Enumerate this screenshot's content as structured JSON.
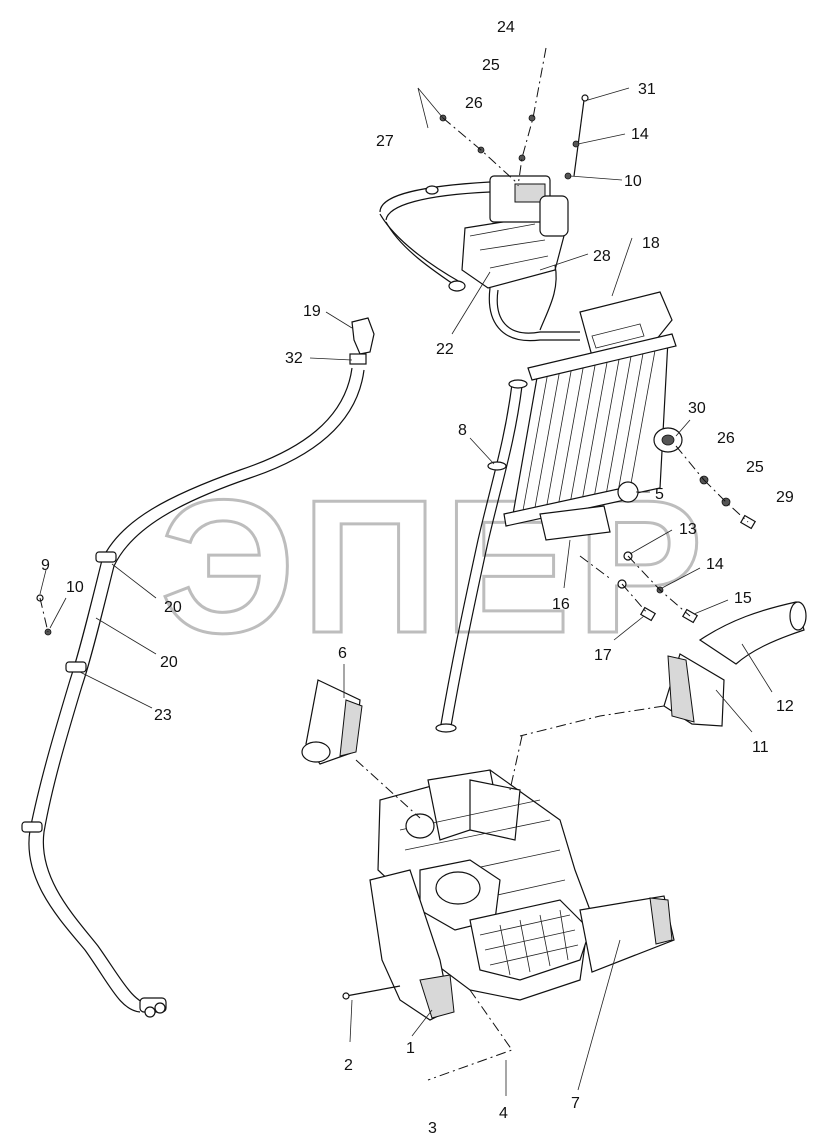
{
  "watermark": {
    "text": "ЭПЕР"
  },
  "callouts": [
    {
      "id": "c24",
      "label": "24"
    },
    {
      "id": "c25a",
      "label": "25"
    },
    {
      "id": "c26a",
      "label": "26"
    },
    {
      "id": "c27",
      "label": "27"
    },
    {
      "id": "c31",
      "label": "31"
    },
    {
      "id": "c14a",
      "label": "14"
    },
    {
      "id": "c10a",
      "label": "10"
    },
    {
      "id": "c18",
      "label": "18"
    },
    {
      "id": "c28",
      "label": "28"
    },
    {
      "id": "c22",
      "label": "22"
    },
    {
      "id": "c19",
      "label": "19"
    },
    {
      "id": "c32",
      "label": "32"
    },
    {
      "id": "c8",
      "label": "8"
    },
    {
      "id": "c30",
      "label": "30"
    },
    {
      "id": "c26b",
      "label": "26"
    },
    {
      "id": "c25b",
      "label": "25"
    },
    {
      "id": "c29",
      "label": "29"
    },
    {
      "id": "c5",
      "label": "5"
    },
    {
      "id": "c13",
      "label": "13"
    },
    {
      "id": "c14b",
      "label": "14"
    },
    {
      "id": "c15",
      "label": "15"
    },
    {
      "id": "c16",
      "label": "16"
    },
    {
      "id": "c17",
      "label": "17"
    },
    {
      "id": "c9",
      "label": "9"
    },
    {
      "id": "c10b",
      "label": "10"
    },
    {
      "id": "c20a",
      "label": "20"
    },
    {
      "id": "c20b",
      "label": "20"
    },
    {
      "id": "c23",
      "label": "23"
    },
    {
      "id": "c6",
      "label": "6"
    },
    {
      "id": "c12",
      "label": "12"
    },
    {
      "id": "c11",
      "label": "11"
    },
    {
      "id": "c2",
      "label": "2"
    },
    {
      "id": "c1",
      "label": "1"
    },
    {
      "id": "c3",
      "label": "3"
    },
    {
      "id": "c4",
      "label": "4"
    },
    {
      "id": "c7",
      "label": "7"
    }
  ]
}
